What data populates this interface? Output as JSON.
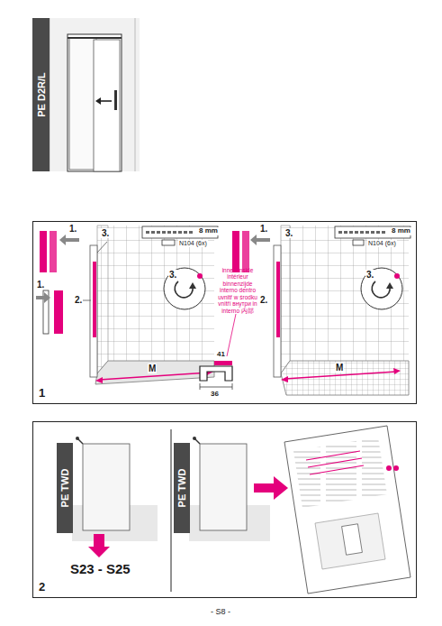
{
  "diagram": {
    "nodes": [
      {
        "text": [
          "PE D2R/L"
        ]
      },
      {
        "text": [
          "1"
        ]
      },
      {
        "text": [
          "2"
        ]
      },
      {
        "text": [
          "PE TWD"
        ],
        "in": 2
      },
      {
        "text": [
          "PE TWD"
        ],
        "in": 2
      }
    ],
    "labels": [
      "1.",
      "1.",
      "3.",
      "2.",
      "8 mm",
      "N104 (6x)",
      "3.",
      "M",
      "1.",
      "3.",
      "2.",
      "8 mm",
      "N104 (6x)",
      "3.",
      "M",
      "innen inside intérieur binnenzijde interno dentro uvnitř w środku vnitří внутри in interno 内部",
      "41",
      "36",
      "S23 - S25",
      "- S8 -"
    ]
  }
}
